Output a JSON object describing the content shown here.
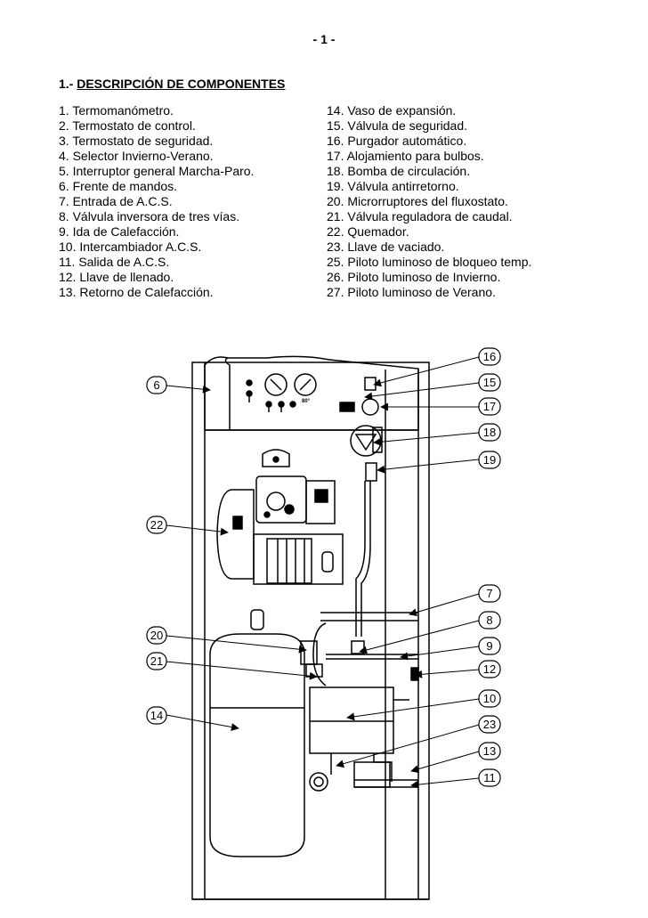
{
  "page_number": "- 1 -",
  "section": {
    "number": "1.-",
    "title": "DESCRIPCIÓN DE COMPONENTES"
  },
  "components_left": [
    "1. Termomanómetro.",
    "2. Termostato de control.",
    "3. Termostato de seguridad.",
    "4. Selector Invierno-Verano.",
    "5. Interruptor general Marcha-Paro.",
    "6. Frente de mandos.",
    "7. Entrada de A.C.S.",
    "8. Válvula inversora de tres vías.",
    "9. Ida de Calefacción.",
    "10. Intercambiador A.C.S.",
    "11. Salida de A.C.S.",
    "12. Llave de llenado.",
    "13. Retorno de Calefacción."
  ],
  "components_right": [
    "14. Vaso de expansión.",
    "15. Válvula de seguridad.",
    "16. Purgador automático.",
    "17. Alojamiento para bulbos.",
    "18. Bomba de circulación.",
    "19. Válvula antirretorno.",
    "20. Microrruptores del fluxostato.",
    "21. Válvula reguladora de caudal.",
    "22. Quemador.",
    "23. Llave de vaciado.",
    "25. Piloto luminoso de bloqueo temp.",
    "26. Piloto luminoso de Invierno.",
    "27. Piloto luminoso de Verano."
  ],
  "callouts": {
    "c6": "6",
    "c22": "22",
    "c20": "20",
    "c21": "21",
    "c14": "14",
    "c16": "16",
    "c15": "15",
    "c17": "17",
    "c18": "18",
    "c19": "19",
    "c7": "7",
    "c8": "8",
    "c9": "9",
    "c12": "12",
    "c10": "10",
    "c23": "23",
    "c13": "13",
    "c11": "11"
  },
  "panel": {
    "knob_left": "0",
    "knob_right": "0",
    "small_label": "80°"
  }
}
